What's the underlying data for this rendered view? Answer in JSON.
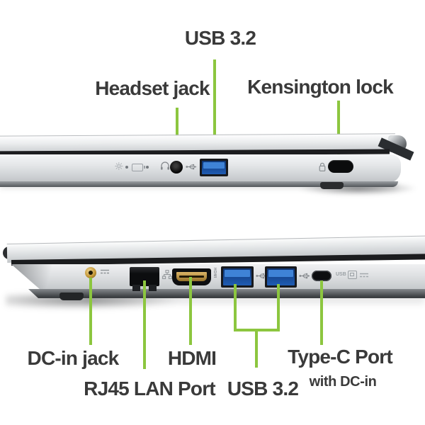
{
  "colors": {
    "background": "#ffffff",
    "accent_green": "#8cc63f",
    "label_text": "#3a3a3a",
    "usb_port_blue": "#1f5cb4",
    "hdmi_gold": "#c9a14a",
    "dc_jack_gold": "#c69a3a",
    "chassis_silver": "#d5d8da"
  },
  "labels": {
    "usb_top": "USB 3.2",
    "headset": "Headset jack",
    "kensington": "Kensington lock",
    "dc_in": "DC-in jack",
    "rj45": "RJ45 LAN Port",
    "hdmi": "HDMI",
    "usb_bottom": "USB 3.2",
    "type_c": "Type-C Port",
    "type_c_sub": "with DC-in"
  },
  "port_markings": {
    "hdmi_vertical": "HDMI",
    "usb_logo": "USB"
  },
  "icons": {
    "power_indicator": "☼",
    "battery_indicator": "battery-outline",
    "headset": "headphones",
    "usb_trident": "usb-trident",
    "kensington_lock": "padlock",
    "lan": "network-nodes",
    "dc_power": "dc-symbol"
  }
}
